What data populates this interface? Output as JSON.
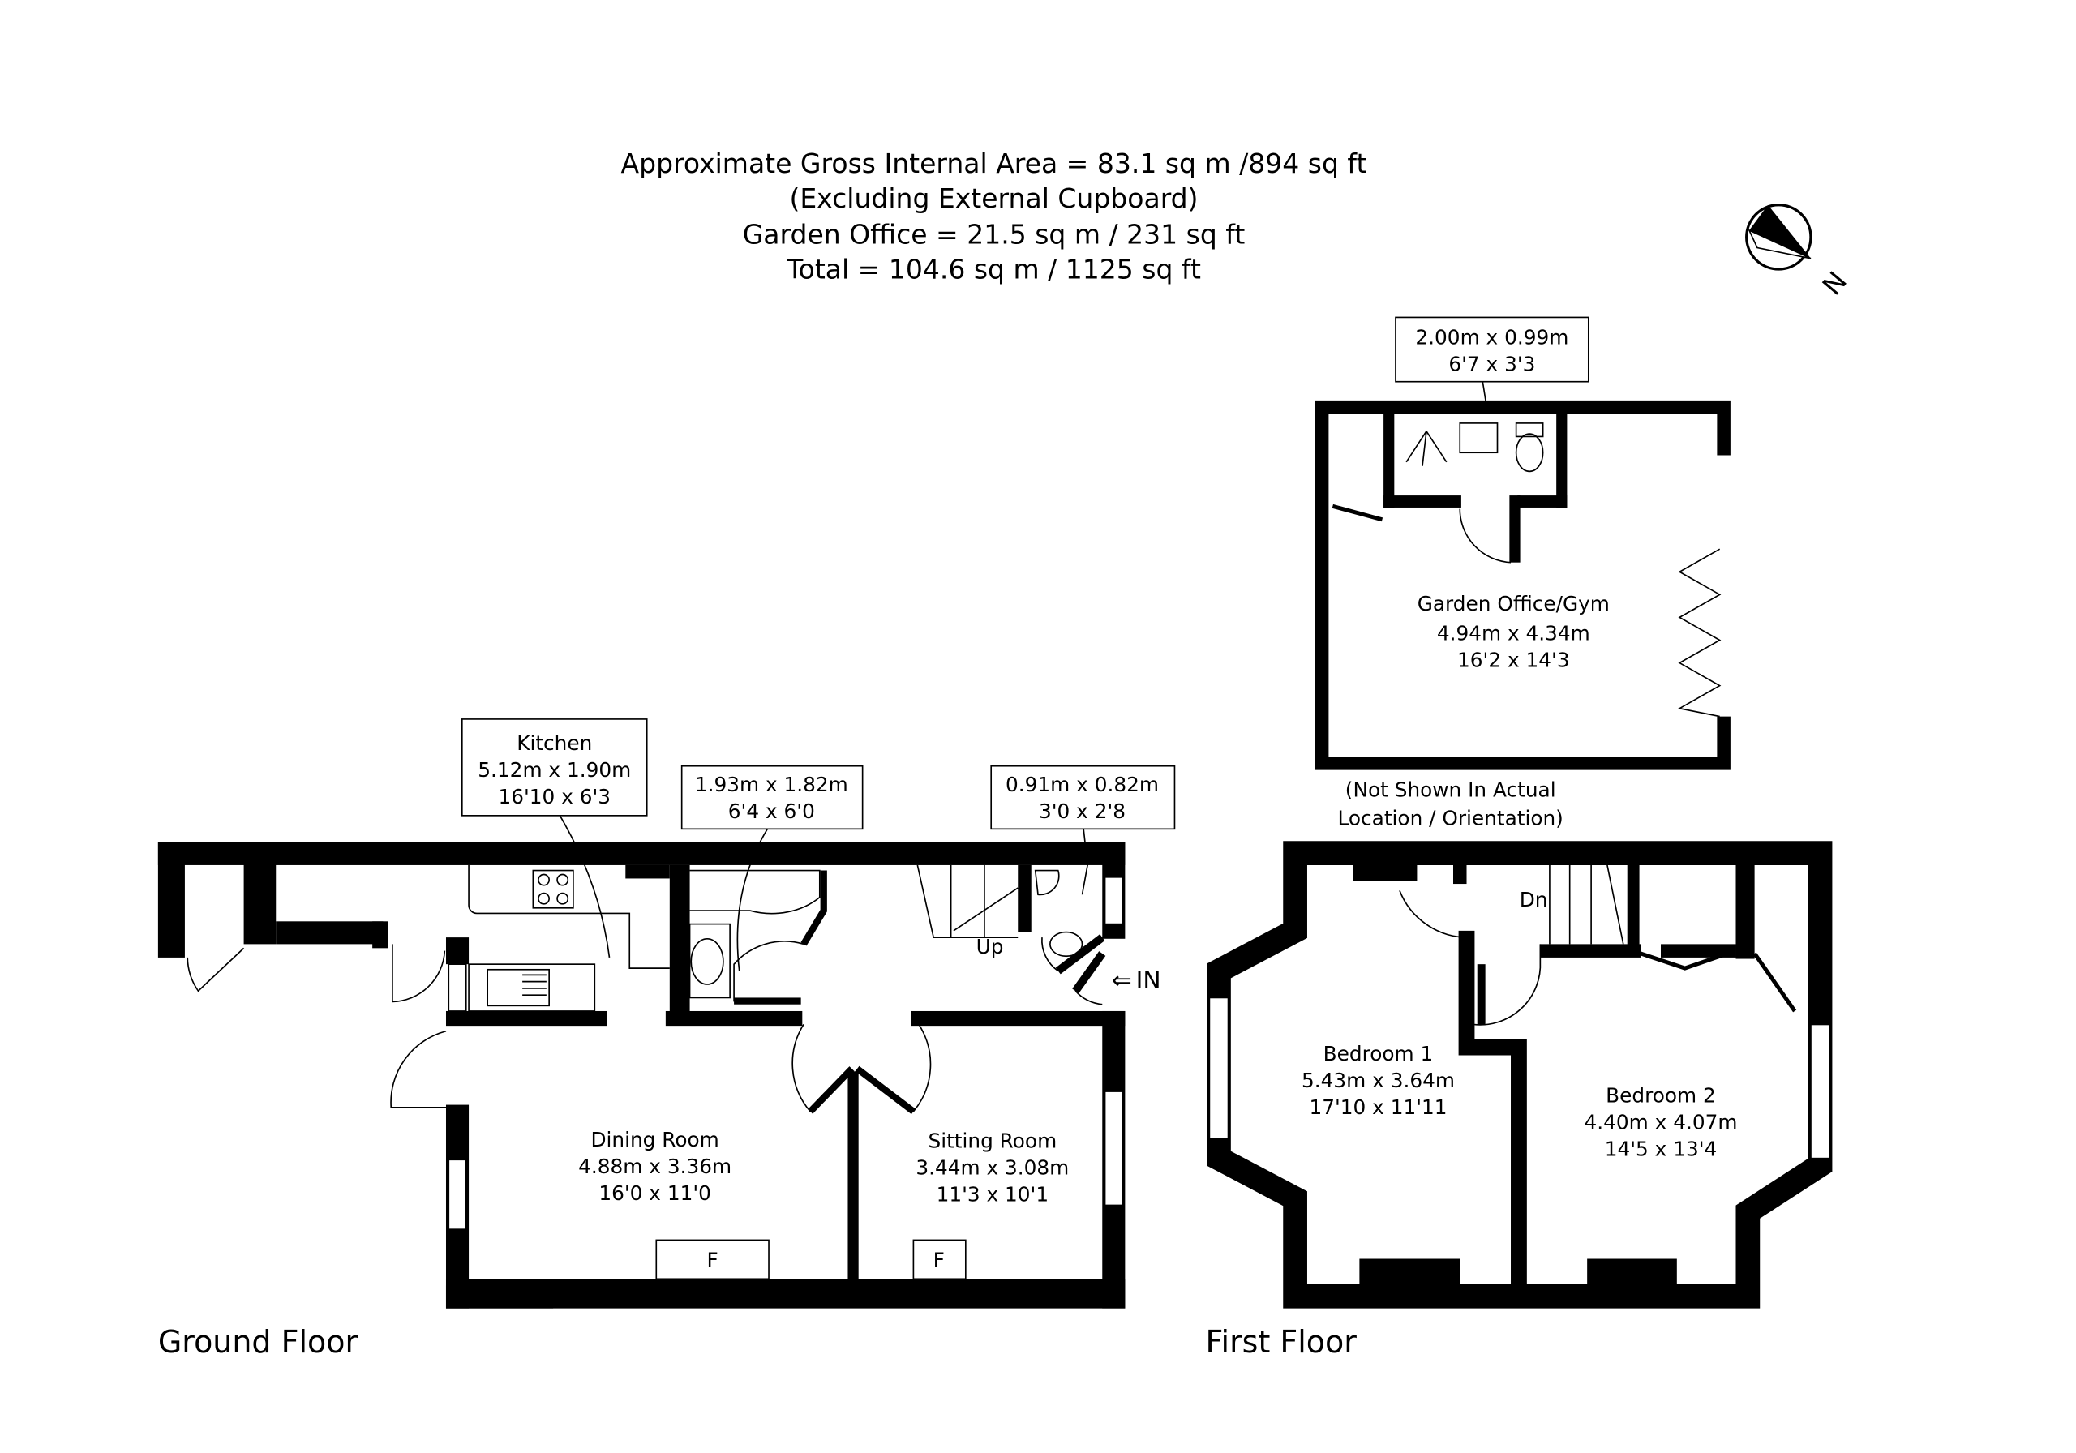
{
  "header": {
    "lines": [
      "Approximate Gross Internal Area = 83.1 sq m /894 sq ft",
      "(Excluding External Cupboard)",
      "Garden Office = 21.5 sq m / 231 sq ft",
      "Total = 104.6 sq m / 1125 sq ft"
    ]
  },
  "compass": {
    "label": "N"
  },
  "ground_floor": {
    "label": "Ground Floor",
    "kitchen": {
      "name": "Kitchen",
      "metric": "5.12m x 1.90m",
      "imperial": "16'10 x 6'3"
    },
    "bathroom": {
      "metric": "1.93m x 1.82m",
      "imperial": "6'4 x 6'0"
    },
    "wc": {
      "metric": "0.91m x 0.82m",
      "imperial": "3'0 x 2'8"
    },
    "dining": {
      "name": "Dining Room",
      "metric": "4.88m x 3.36m",
      "imperial": "16'0 x 11'0"
    },
    "sitting": {
      "name": "Sitting Room",
      "metric": "3.44m x 3.08m",
      "imperial": "11'3 x 10'1"
    },
    "fireplace": "F",
    "stairs": "Up",
    "entrance": "IN"
  },
  "first_floor": {
    "label": "First Floor",
    "bedroom1": {
      "name": "Bedroom 1",
      "metric": "5.43m x 3.64m",
      "imperial": "17'10 x 11'11"
    },
    "bedroom2": {
      "name": "Bedroom 2",
      "metric": "4.40m x 4.07m",
      "imperial": "14'5 x 13'4"
    },
    "stairs": "Dn"
  },
  "garden_office": {
    "name": "Garden Office/Gym",
    "metric": "4.94m x 4.34m",
    "imperial": "16'2 x 14'3",
    "shower_room": {
      "metric": "2.00m x 0.99m",
      "imperial": "6'7 x 3'3"
    },
    "note": [
      "(Not Shown In Actual",
      "Location / Orientation)"
    ]
  }
}
